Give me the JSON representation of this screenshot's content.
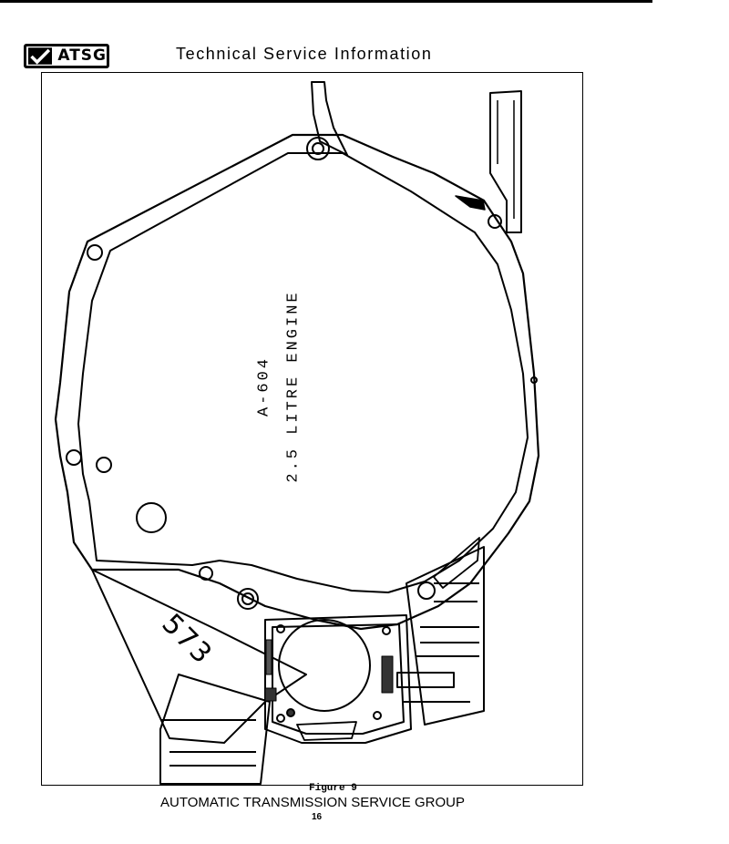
{
  "header": {
    "logo_text": "ATSG",
    "title": "Technical Service Information"
  },
  "figure": {
    "labels": {
      "model": "A-604",
      "engine": "2.5 LITRE ENGINE",
      "part_number": "573"
    },
    "caption": "Figure 9"
  },
  "footer": {
    "organization": "AUTOMATIC TRANSMISSION SERVICE GROUP",
    "page_number": "16"
  }
}
